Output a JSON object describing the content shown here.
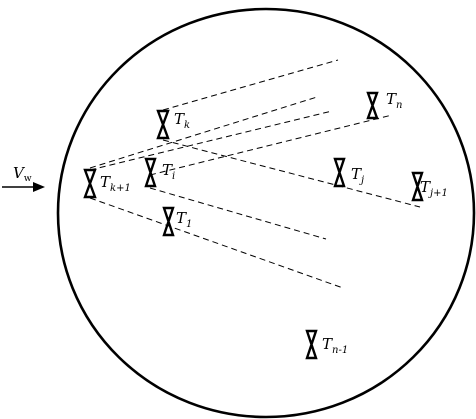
{
  "figure": {
    "wind_label": {
      "main": "V",
      "sub": "w"
    },
    "turbines": [
      {
        "id": "k",
        "label": {
          "main": "T",
          "sub": "k"
        }
      },
      {
        "id": "n",
        "label": {
          "main": "T",
          "sub": "n"
        }
      },
      {
        "id": "k_plus_1",
        "label": {
          "main": "T",
          "sub": "k+1"
        }
      },
      {
        "id": "i",
        "label": {
          "main": "T",
          "sub": "i"
        }
      },
      {
        "id": "j",
        "label": {
          "main": "T",
          "sub": "j"
        }
      },
      {
        "id": "j_plus_1",
        "label": {
          "main": "T",
          "sub": "j+1"
        }
      },
      {
        "id": "1",
        "label": {
          "main": "T",
          "sub": "1"
        }
      },
      {
        "id": "n_minus_1",
        "label": {
          "main": "T",
          "sub": "n-1"
        }
      }
    ]
  }
}
